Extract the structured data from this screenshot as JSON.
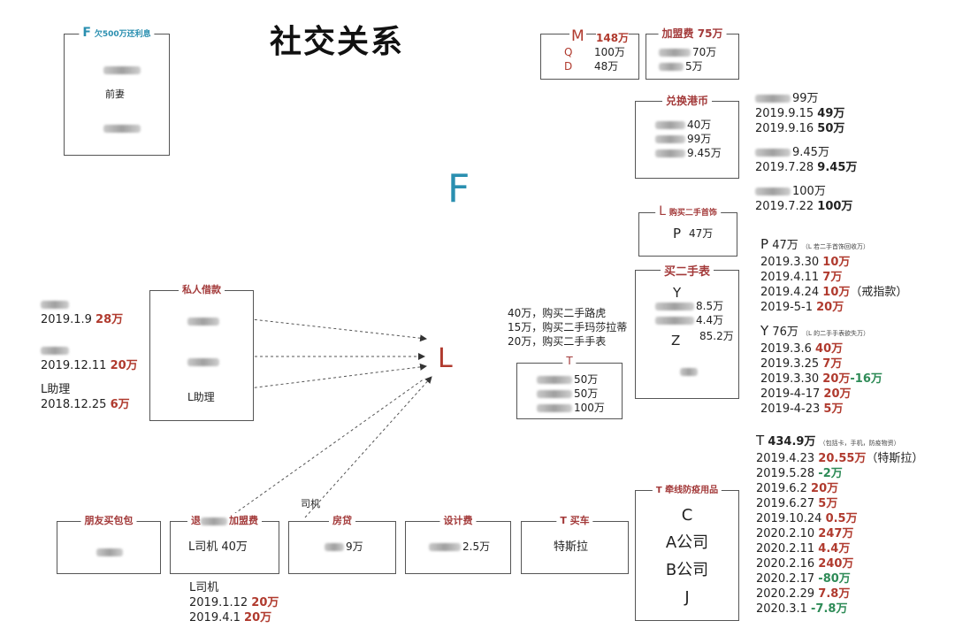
{
  "title": "社交关系",
  "center_label": "F",
  "l_label": "L",
  "colors": {
    "title_teal": "#2a8fb0",
    "red": "#b03a2e",
    "green": "#2e8b57"
  },
  "f_box": {
    "title_prefix": "F",
    "title": "欠500万还利息",
    "mid": "前妻"
  },
  "mqd": {
    "m": "M",
    "m_amt": "148万",
    "q": "Q",
    "q_amt": "100万",
    "d": "D",
    "d_amt": "48万",
    "fee_title": "加盟费 75万",
    "fee1": "70万",
    "fee2": "5万"
  },
  "hk": {
    "title": "兑换港币",
    "rows": [
      "40万",
      "99万",
      "9.45万"
    ],
    "right": [
      {
        "a": "99万"
      },
      {
        "a": "2019.9.15 ",
        "b": "49万"
      },
      {
        "a": "2019.9.16 ",
        "b": "50万"
      },
      {
        "a": "9.45万"
      },
      {
        "a": "2019.7.28 ",
        "b": "9.45万"
      },
      {
        "a": "100万"
      },
      {
        "a": "2019.7.22 ",
        "b": "100万"
      }
    ]
  },
  "jewelry": {
    "title_l": "L",
    "title": "购买二手首饰",
    "p": "P",
    "amt": "47万"
  },
  "watch": {
    "title": "买二手表",
    "y": "Y",
    "y1": "8.5万",
    "y2": "4.4万",
    "z": "Z",
    "z1": "85.2万"
  },
  "p_col": {
    "head": "P",
    "head_amt": "47万",
    "note": "（L 若二手首饰回收万）",
    "rows": [
      {
        "d": "2019.3.30 ",
        "v": "10万",
        "e": ""
      },
      {
        "d": "2019.4.11 ",
        "v": "7万",
        "e": ""
      },
      {
        "d": "2019.4.24 ",
        "v": "10万",
        "e": "（戒指款）"
      },
      {
        "d": "2019-5-1 ",
        "v": "20万",
        "e": ""
      }
    ]
  },
  "y_col": {
    "head": "Y",
    "head_amt": "76万",
    "note": "（L 的二手手表欲失万）",
    "rows": [
      {
        "d": "2019.3.6 ",
        "v": "40万",
        "g": ""
      },
      {
        "d": "2019.3.25 ",
        "v": "7万",
        "g": ""
      },
      {
        "d": "2019.3.30 ",
        "v": "20万",
        "g": "-16万"
      },
      {
        "d": "2019-4-17 ",
        "v": "20万",
        "g": ""
      },
      {
        "d": "2019-4-23 ",
        "v": "5万",
        "g": ""
      }
    ]
  },
  "purchases": [
    "40万，购买二手路虎",
    "15万，购买二手玛莎拉蒂",
    "20万，购买二手手表"
  ],
  "t_box": {
    "title": "T",
    "rows": [
      "50万",
      "50万",
      "100万"
    ]
  },
  "loan": {
    "title": "私人借款",
    "row3": "L助理"
  },
  "left_col": [
    {
      "name": "",
      "date": "2019.1.9 ",
      "amt": "28万"
    },
    {
      "name": "",
      "date": "2019.12.11 ",
      "amt": "20万"
    },
    {
      "name": "L助理",
      "date": "2018.12.25 ",
      "amt": "6万"
    }
  ],
  "driver_label": "司机",
  "bottom_boxes": [
    {
      "title": "朋友买包包",
      "body": ""
    },
    {
      "title": "退",
      "title2": "加盟费",
      "body": "L司机 40万"
    },
    {
      "title": "房贷",
      "body": "9万"
    },
    {
      "title": "设计费",
      "body": "2.5万"
    },
    {
      "title": "T  买车",
      "body": "特斯拉"
    }
  ],
  "driver_col": {
    "head": "L司机",
    "rows": [
      {
        "d": "2019.1.12 ",
        "v": "20万"
      },
      {
        "d": "2019.4.1 ",
        "v": "20万"
      }
    ]
  },
  "anti": {
    "title": "T  牵线防疫用品",
    "items": [
      "C",
      "A公司",
      "B公司",
      "J"
    ]
  },
  "t_col": {
    "head": "T",
    "head_amt": "434.9万",
    "note": "（包括卡，手机，防疫物资）",
    "rows": [
      {
        "d": "2019.4.23 ",
        "v": "20.55万",
        "c": "r",
        "e": "（特斯拉）"
      },
      {
        "d": "2019.5.28 ",
        "v": "-2万",
        "c": "g",
        "e": ""
      },
      {
        "d": "2019.6.2 ",
        "v": "20万",
        "c": "r",
        "e": ""
      },
      {
        "d": "2019.6.27 ",
        "v": "5万",
        "c": "r",
        "e": ""
      },
      {
        "d": "2019.10.24 ",
        "v": "0.5万",
        "c": "r",
        "e": ""
      },
      {
        "d": "2020.2.10 ",
        "v": "247万",
        "c": "r",
        "e": ""
      },
      {
        "d": "2020.2.11 ",
        "v": "4.4万",
        "c": "r",
        "e": ""
      },
      {
        "d": "2020.2.16 ",
        "v": "240万",
        "c": "r",
        "e": ""
      },
      {
        "d": "2020.2.17 ",
        "v": "-80万",
        "c": "g",
        "e": ""
      },
      {
        "d": "2020.2.29 ",
        "v": "7.8万",
        "c": "r",
        "e": ""
      },
      {
        "d": "2020.3.1 ",
        "v": "-7.8万",
        "c": "g",
        "e": ""
      }
    ]
  }
}
